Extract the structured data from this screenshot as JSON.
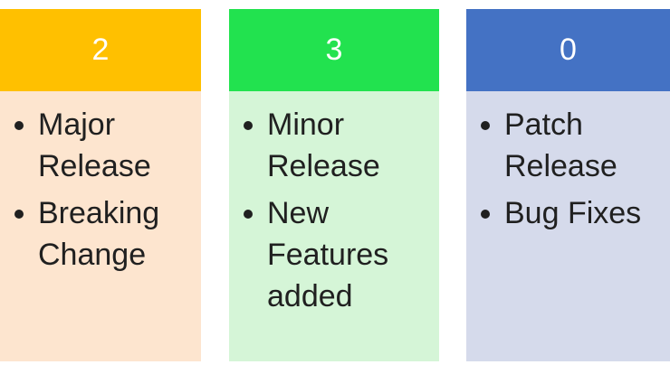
{
  "columns": [
    {
      "id": "major",
      "number": "2",
      "header_color": "#FFC000",
      "body_color": "#FDE5CF",
      "items": [
        {
          "text": "Major Release"
        },
        {
          "text": "Breaking Change"
        }
      ]
    },
    {
      "id": "minor",
      "number": "3",
      "header_color": "#22E24F",
      "body_color": "#D5F5D7",
      "items": [
        {
          "text": "Minor Release"
        },
        {
          "text": "New Features added"
        }
      ]
    },
    {
      "id": "patch",
      "number": "0",
      "header_color": "#4472C4",
      "body_color": "#D5DAEB",
      "items": [
        {
          "text": "Patch Release"
        },
        {
          "text": "Bug Fixes"
        }
      ]
    }
  ]
}
